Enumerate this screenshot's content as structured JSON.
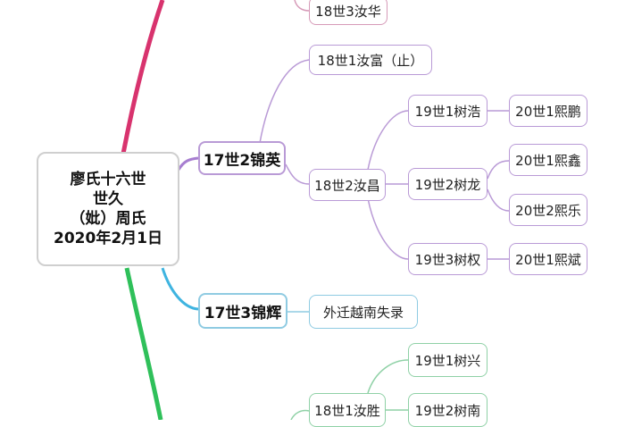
{
  "colors": {
    "branch_pink": "#d8336e",
    "branch_purple": "#a77ed0",
    "branch_blue": "#3fb4e0",
    "branch_green": "#2fc05a",
    "node_border_purple": "#b99ad6",
    "node_border_blue": "#8fcbe2",
    "node_border_green": "#8fd1a6",
    "node_border_pink": "#d69ab8"
  },
  "root": {
    "lines": [
      "廖氏十六世",
      "世久",
      "（妣）周氏",
      "2020年2月1日"
    ]
  },
  "branches": [
    {
      "label": "17世2锦英",
      "color": "purple",
      "children": [
        {
          "label": "18世1汝富（止）"
        },
        {
          "label": "18世2汝昌",
          "children": [
            {
              "label": "19世1树浩",
              "children": [
                {
                  "label": "20世1熙鹏"
                }
              ]
            },
            {
              "label": "19世2树龙",
              "children": [
                {
                  "label": "20世1熙鑫"
                },
                {
                  "label": "20世2熙乐"
                }
              ]
            },
            {
              "label": "19世3树权",
              "children": [
                {
                  "label": "20世1熙斌"
                }
              ]
            }
          ]
        }
      ]
    },
    {
      "label": "17世3锦辉",
      "color": "blue",
      "children": [
        {
          "label": "外迁越南失录"
        }
      ]
    },
    {
      "label": "",
      "color": "green",
      "children": [
        {
          "label": "18世1汝胜",
          "children": [
            {
              "label": "19世1树兴"
            },
            {
              "label": "19世2树南"
            }
          ]
        }
      ]
    }
  ],
  "top_partial": {
    "label": "18世3汝华",
    "color": "pink"
  }
}
